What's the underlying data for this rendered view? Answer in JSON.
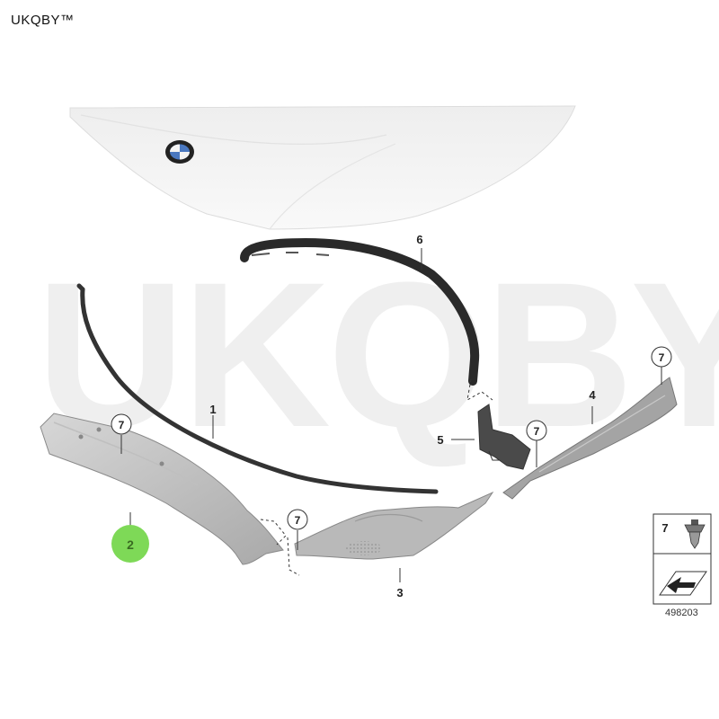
{
  "brand": "UKQBY™",
  "watermark": "UKQBY™",
  "diagram_id": "498203",
  "highlight_color": "#7ed957",
  "callouts": {
    "p1": "1",
    "p2": "2",
    "p3": "3",
    "p4": "4",
    "p5": "5",
    "p6": "6",
    "p7_a": "7",
    "p7_b": "7",
    "p7_c": "7",
    "p7_d": "7",
    "legend": "7"
  }
}
